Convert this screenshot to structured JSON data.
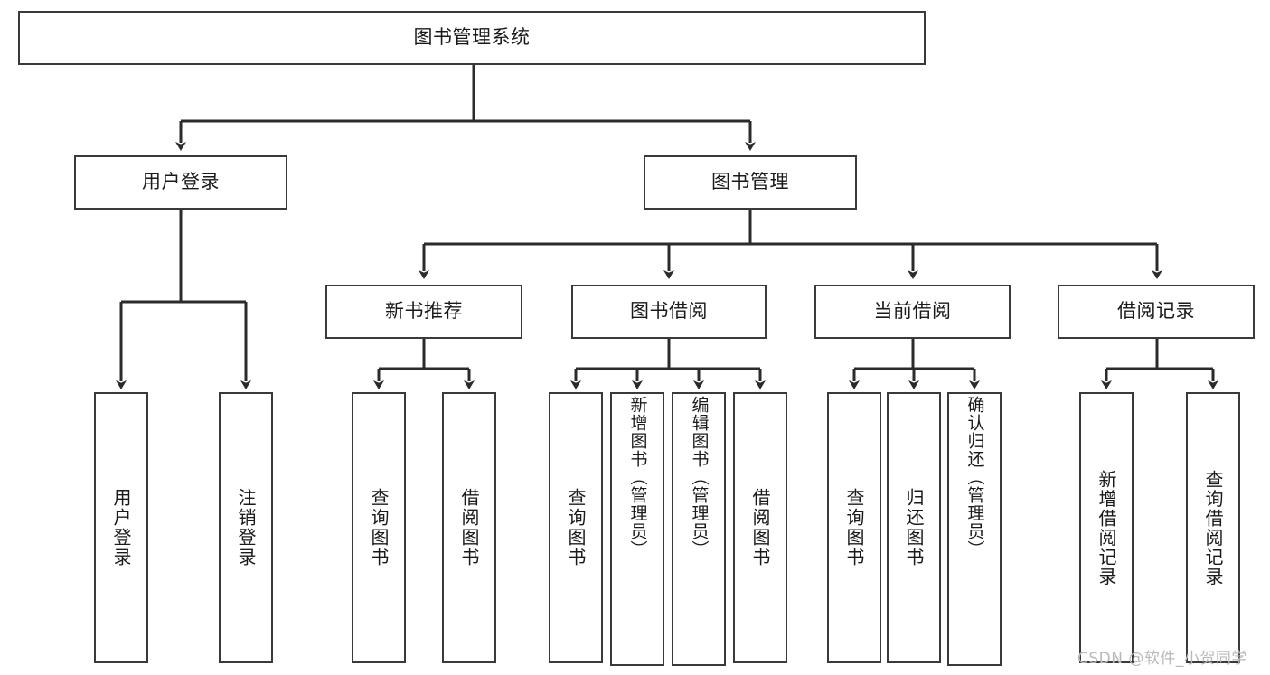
{
  "diagram": {
    "title": "图书管理系统",
    "type": "hierarchy-tree",
    "root": {
      "label": "图书管理系统",
      "name": "node-root-system"
    },
    "level2": [
      {
        "label": "用户登录",
        "name": "node-user-login"
      },
      {
        "label": "图书管理",
        "name": "node-book-management"
      }
    ],
    "level3": [
      {
        "label": "新书推荐",
        "name": "node-new-book-recommend"
      },
      {
        "label": "图书借阅",
        "name": "node-book-borrow"
      },
      {
        "label": "当前借阅",
        "name": "node-current-borrow"
      },
      {
        "label": "借阅记录",
        "name": "node-borrow-record"
      }
    ],
    "leaves": {
      "user_login": [
        {
          "label": "用户登录",
          "name": "leaf-user-login"
        },
        {
          "label": "注销登录",
          "name": "leaf-logout"
        }
      ],
      "new_book_recommend": [
        {
          "label": "查询图书",
          "name": "leaf-query-book-1"
        },
        {
          "label": "借阅图书",
          "name": "leaf-borrow-book-1"
        }
      ],
      "book_borrow": [
        {
          "label": "查询图书",
          "name": "leaf-query-book-2"
        },
        {
          "label": "新增图书（管理员）",
          "name": "leaf-add-book-admin"
        },
        {
          "label": "编辑图书（管理员）",
          "name": "leaf-edit-book-admin"
        },
        {
          "label": "借阅图书",
          "name": "leaf-borrow-book-2"
        }
      ],
      "current_borrow": [
        {
          "label": "查询图书",
          "name": "leaf-query-book-3"
        },
        {
          "label": "归还图书",
          "name": "leaf-return-book"
        },
        {
          "label": "确认归还（管理员）",
          "name": "leaf-confirm-return-admin"
        }
      ],
      "borrow_record": [
        {
          "label": "新增借阅记录",
          "name": "leaf-add-borrow-record"
        },
        {
          "label": "查询借阅记录",
          "name": "leaf-query-borrow-record"
        }
      ]
    }
  },
  "watermark": {
    "text": "CSDN @软件_小贺同学"
  },
  "colors": {
    "stroke": "#3a3a3a",
    "background": "#ffffff",
    "text": "#1a1a1a",
    "watermark": "#b9b9b9"
  }
}
